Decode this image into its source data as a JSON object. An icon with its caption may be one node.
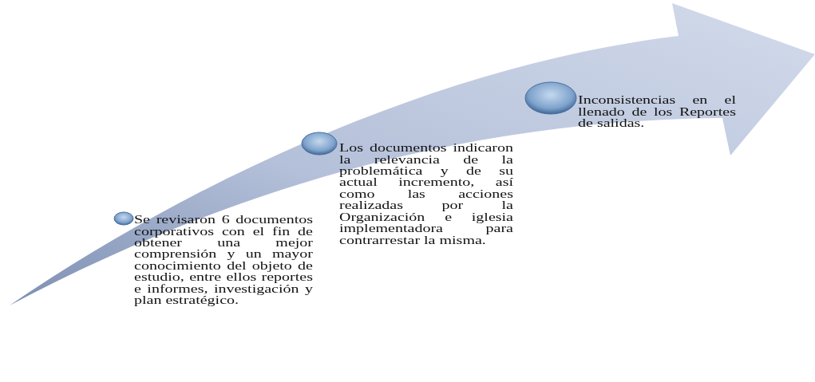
{
  "diagram": {
    "labels": [
      "Se revisaron 6 documentos corporativos con el fin de obtener una mejor comprensión y un mayor conocimiento del objeto de estudio, entre ellos reportes e informes, investigación y plan estratégico.",
      "Los documentos indicaron la relevancia de la problemática y de su actual incremento, así como las acciones realizadas por la Organización e iglesia implementadora para contrarrestar la misma.",
      "Inconsistencias en el llenado de los Reportes de salidas."
    ]
  }
}
